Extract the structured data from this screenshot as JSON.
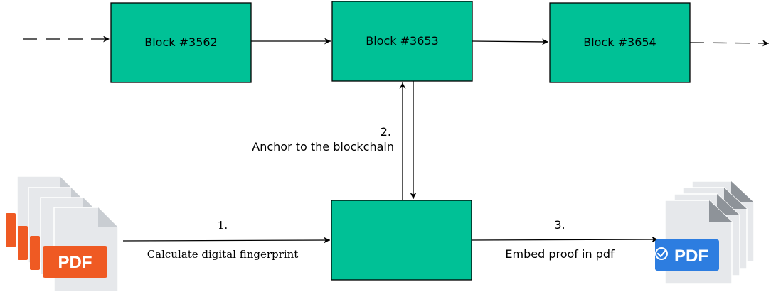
{
  "colors": {
    "block_fill": "#00C196",
    "block_stroke": "#000000",
    "pdf_orange": "#EF5A23",
    "pdf_blue": "#2D7DE0",
    "page_gray": "#E6E8EB",
    "page_fold": "#C9CDD2"
  },
  "blocks": [
    {
      "label": "Block #3562"
    },
    {
      "label": "Block #3653"
    },
    {
      "label": "Block #3654"
    }
  ],
  "process_box": {
    "label": ""
  },
  "steps": [
    {
      "number": "1.",
      "label": "Calculate digital fingerprint"
    },
    {
      "number": "2.",
      "label": "Anchor to the blockchain"
    },
    {
      "number": "3.",
      "label": "Embed proof in pdf"
    }
  ],
  "icons": {
    "source": {
      "name": "pdf-stack-icon",
      "label": "PDF"
    },
    "result": {
      "name": "verified-pdf-stack-icon",
      "label": "PDF"
    }
  }
}
